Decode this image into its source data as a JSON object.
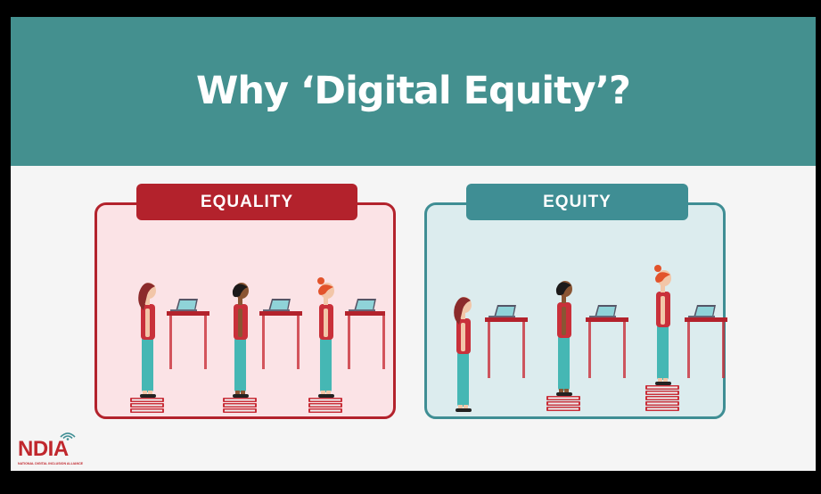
{
  "slide": {
    "title": "Why ‘Digital Equity’?",
    "panels": [
      {
        "label": "EQUALITY"
      },
      {
        "label": "EQUITY"
      }
    ]
  },
  "logo": {
    "name": "NDIA",
    "subtitle": "NATIONAL DIGITAL INCLUSION ALLIANCE",
    "icon": "wifi-signal-icon"
  },
  "colors": {
    "banner": "#44908f",
    "equality": "#b3222c",
    "equity": "#3f8e94",
    "equality_bg": "#fbe3e6",
    "equity_bg": "#dcecee"
  },
  "illustration": {
    "equality_book_stacks": [
      3,
      3,
      3
    ],
    "equity_book_stacks": [
      0,
      3,
      5
    ]
  }
}
